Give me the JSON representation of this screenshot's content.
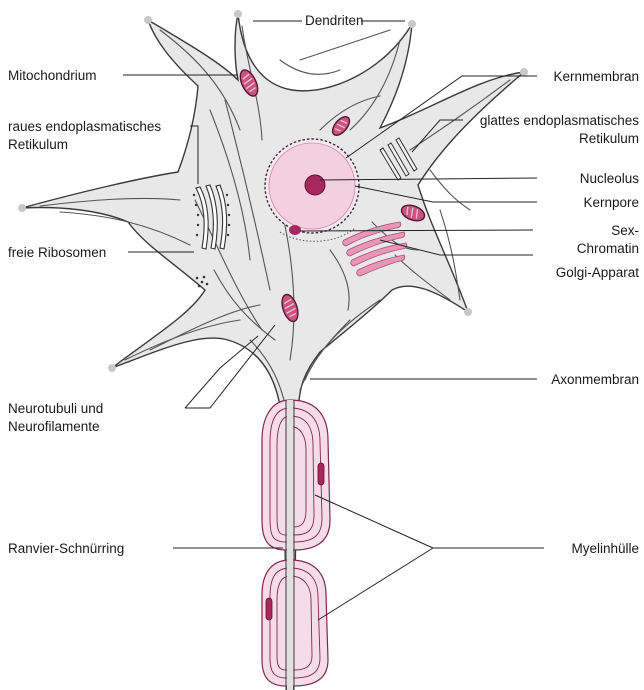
{
  "labels": {
    "dendriten": "Dendriten",
    "mitochondrium": "Mitochondrium",
    "raues_er_1": "raues endoplasmatisches",
    "raues_er_2": "Retikulum",
    "freie_ribosomen": "freie Ribosomen",
    "neurotubuli_1": "Neurotubuli und",
    "neurotubuli_2": "Neurofilamente",
    "ranvier": "Ranvier-Schnürring",
    "kernmembran": "Kernmembran",
    "glattes_er_1": "glattes endoplasmatisches",
    "glattes_er_2": "Retikulum",
    "nucleolus": "Nucleolus",
    "kernpore": "Kernpore",
    "sex_chromatin_1": "Sex-",
    "sex_chromatin_2": "Chromatin",
    "golgi": "Golgi-Apparat",
    "axonmembran": "Axonmembran",
    "myelinhuelle": "Myelinhülle"
  },
  "colors": {
    "cytoplasm": "#e8e8e8",
    "nucleus": "#f9e6ef",
    "nucleus_inner": "#f4cfe0",
    "nucleolus": "#a8285e",
    "mitochondrion": "#c8557f",
    "myelin": "#f6dce6",
    "outline": "#3a3a3a"
  }
}
